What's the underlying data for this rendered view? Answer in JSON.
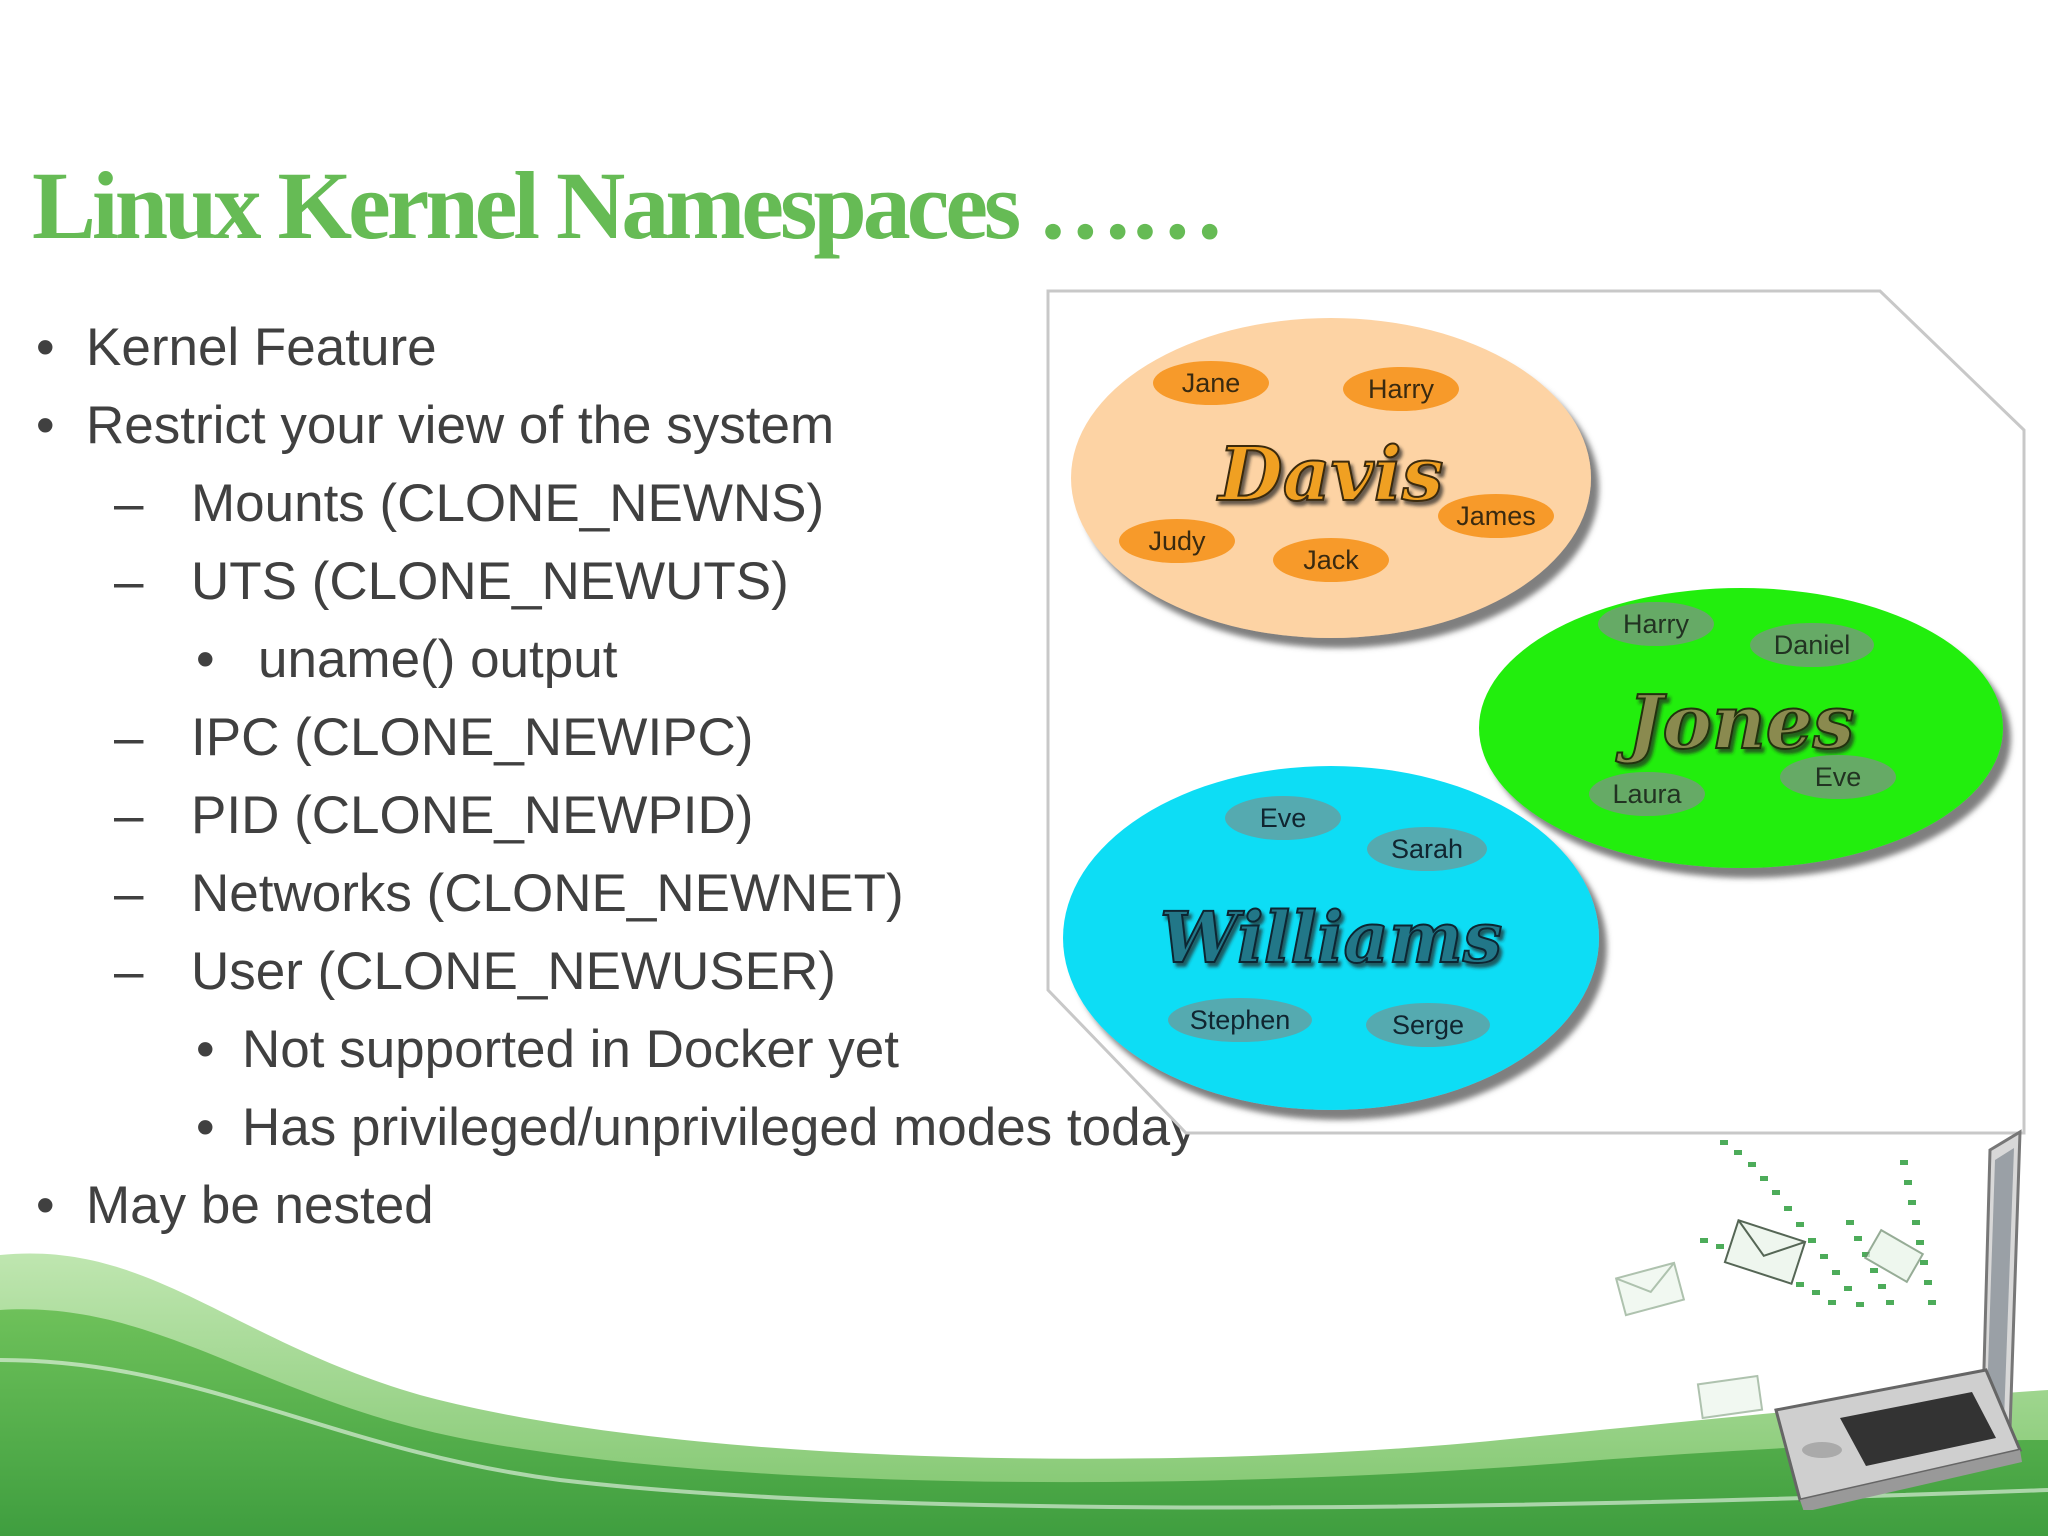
{
  "slide": {
    "title": "Linux Kernel Namespaces ……",
    "colors": {
      "title": "#66bb55",
      "text": "#404040",
      "wave_dark": "#3f9e3f",
      "wave_light": "#9fd68f"
    }
  },
  "bullets": [
    {
      "marker": "•",
      "text": "Kernel Feature"
    },
    {
      "marker": "•",
      "text": "Restrict your view of the system"
    },
    {
      "marker": "–",
      "text": "Mounts (CLONE_NEWNS)"
    },
    {
      "marker": "–",
      "text": "UTS (CLONE_NEWUTS)"
    },
    {
      "marker": "•",
      "text": "uname() output"
    },
    {
      "marker": "–",
      "text": "IPC (CLONE_NEWIPC)"
    },
    {
      "marker": "–",
      "text": "PID (CLONE_NEWPID)"
    },
    {
      "marker": "–",
      "text": "Networks (CLONE_NEWNET)"
    },
    {
      "marker": "–",
      "text": "User (CLONE_NEWUSER)"
    },
    {
      "marker": "•",
      "text": "Not supported in Docker yet"
    },
    {
      "marker": "•",
      "text": "Has privileged/unprivileged modes today"
    },
    {
      "marker": "•",
      "text": "May be nested"
    }
  ],
  "diagram": {
    "groups": [
      {
        "family": "Davis",
        "color": "#fdd3a4",
        "members": [
          "Jane",
          "Harry",
          "James",
          "Judy",
          "Jack"
        ]
      },
      {
        "family": "Jones",
        "color": "#22ee11",
        "members": [
          "Harry",
          "Daniel",
          "Laura",
          "Eve"
        ]
      },
      {
        "family": "Williams",
        "color": "#11ddf5",
        "members": [
          "Eve",
          "Sarah",
          "Stephen",
          "Serge"
        ]
      }
    ]
  }
}
